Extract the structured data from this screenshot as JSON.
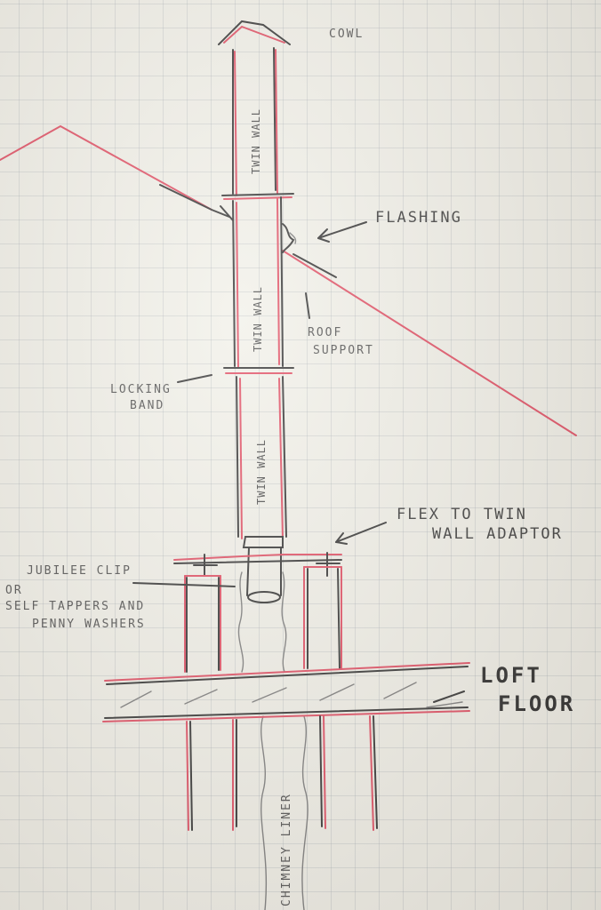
{
  "labels": {
    "cowl": "COWL",
    "flashing": "FLASHING",
    "roof_support_1": "ROOF",
    "roof_support_2": "SUPPORT",
    "locking_band_1": "LOCKING",
    "locking_band_2": "BAND",
    "twin_wall_top": "TWIN WALL",
    "twin_wall_mid": "TWIN WALL",
    "twin_wall_low": "TWIN WALL",
    "flex_adaptor_1": "FLEX TO TWIN",
    "flex_adaptor_2": "WALL ADAPTOR",
    "jubilee_1": "JUBILEE CLIP",
    "jubilee_2": "OR",
    "jubilee_3": "SELF TAPPERS AND",
    "jubilee_4": "PENNY WASHERS",
    "loft_1": "LOFT",
    "loft_2": "FLOOR",
    "chimney_liner": "CHIMNEY LINER"
  },
  "colors": {
    "ink_pink": "#e0475d",
    "ink_black": "#2c2c2c",
    "paper": "#f1f0e8"
  }
}
